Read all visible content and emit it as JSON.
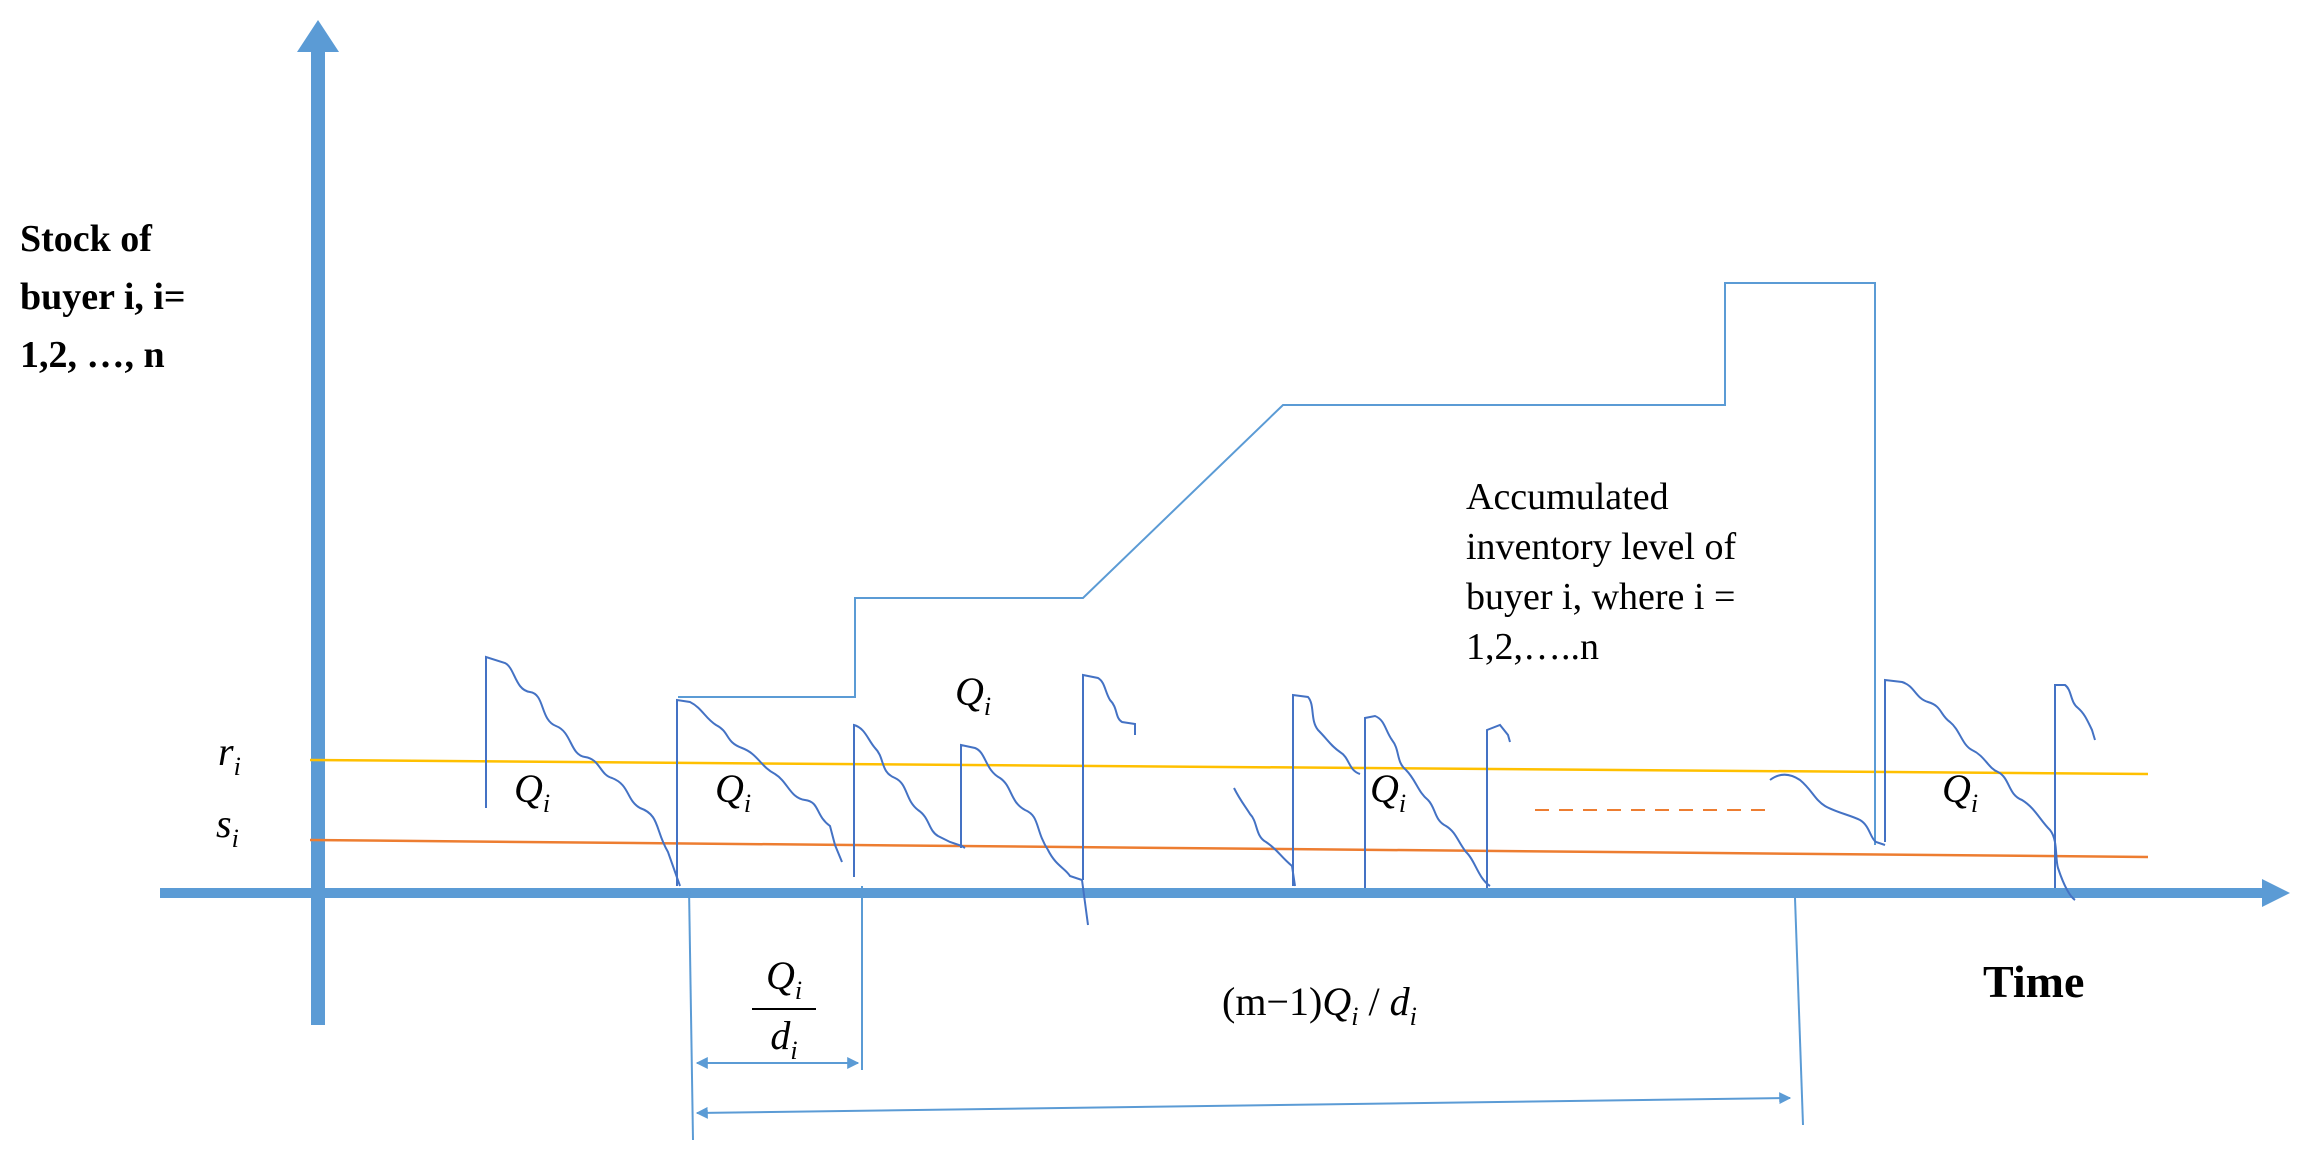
{
  "diagram": {
    "y_axis_label_lines": [
      "Stock of",
      "buyer i, i=",
      "1,2, …, n"
    ],
    "x_axis_label": "Time",
    "annotation_lines": [
      "Accumulated",
      "inventory level of",
      "buyer i, where i =",
      "1,2,…..n"
    ],
    "reorder_level_label": {
      "symbol": "r",
      "subscript": "i"
    },
    "safety_stock_label": {
      "symbol": "s",
      "subscript": "i"
    },
    "lot_label": {
      "symbol": "Q",
      "subscript": "i"
    },
    "cycle_time_label": {
      "numerator": "Q",
      "denominator": "d",
      "subscript": "i"
    },
    "span_label": {
      "prefix": "(m−1)",
      "symbol": "Q",
      "subscript": "i",
      "divider": " / ",
      "denominator": "d"
    },
    "colors": {
      "axis": "#5b9bd5",
      "reorder_line": "#ffc000",
      "safety_line": "#ed7d31",
      "curves": "#5b9bd5",
      "dashed": "#ed7d31",
      "text": "#000000"
    }
  }
}
